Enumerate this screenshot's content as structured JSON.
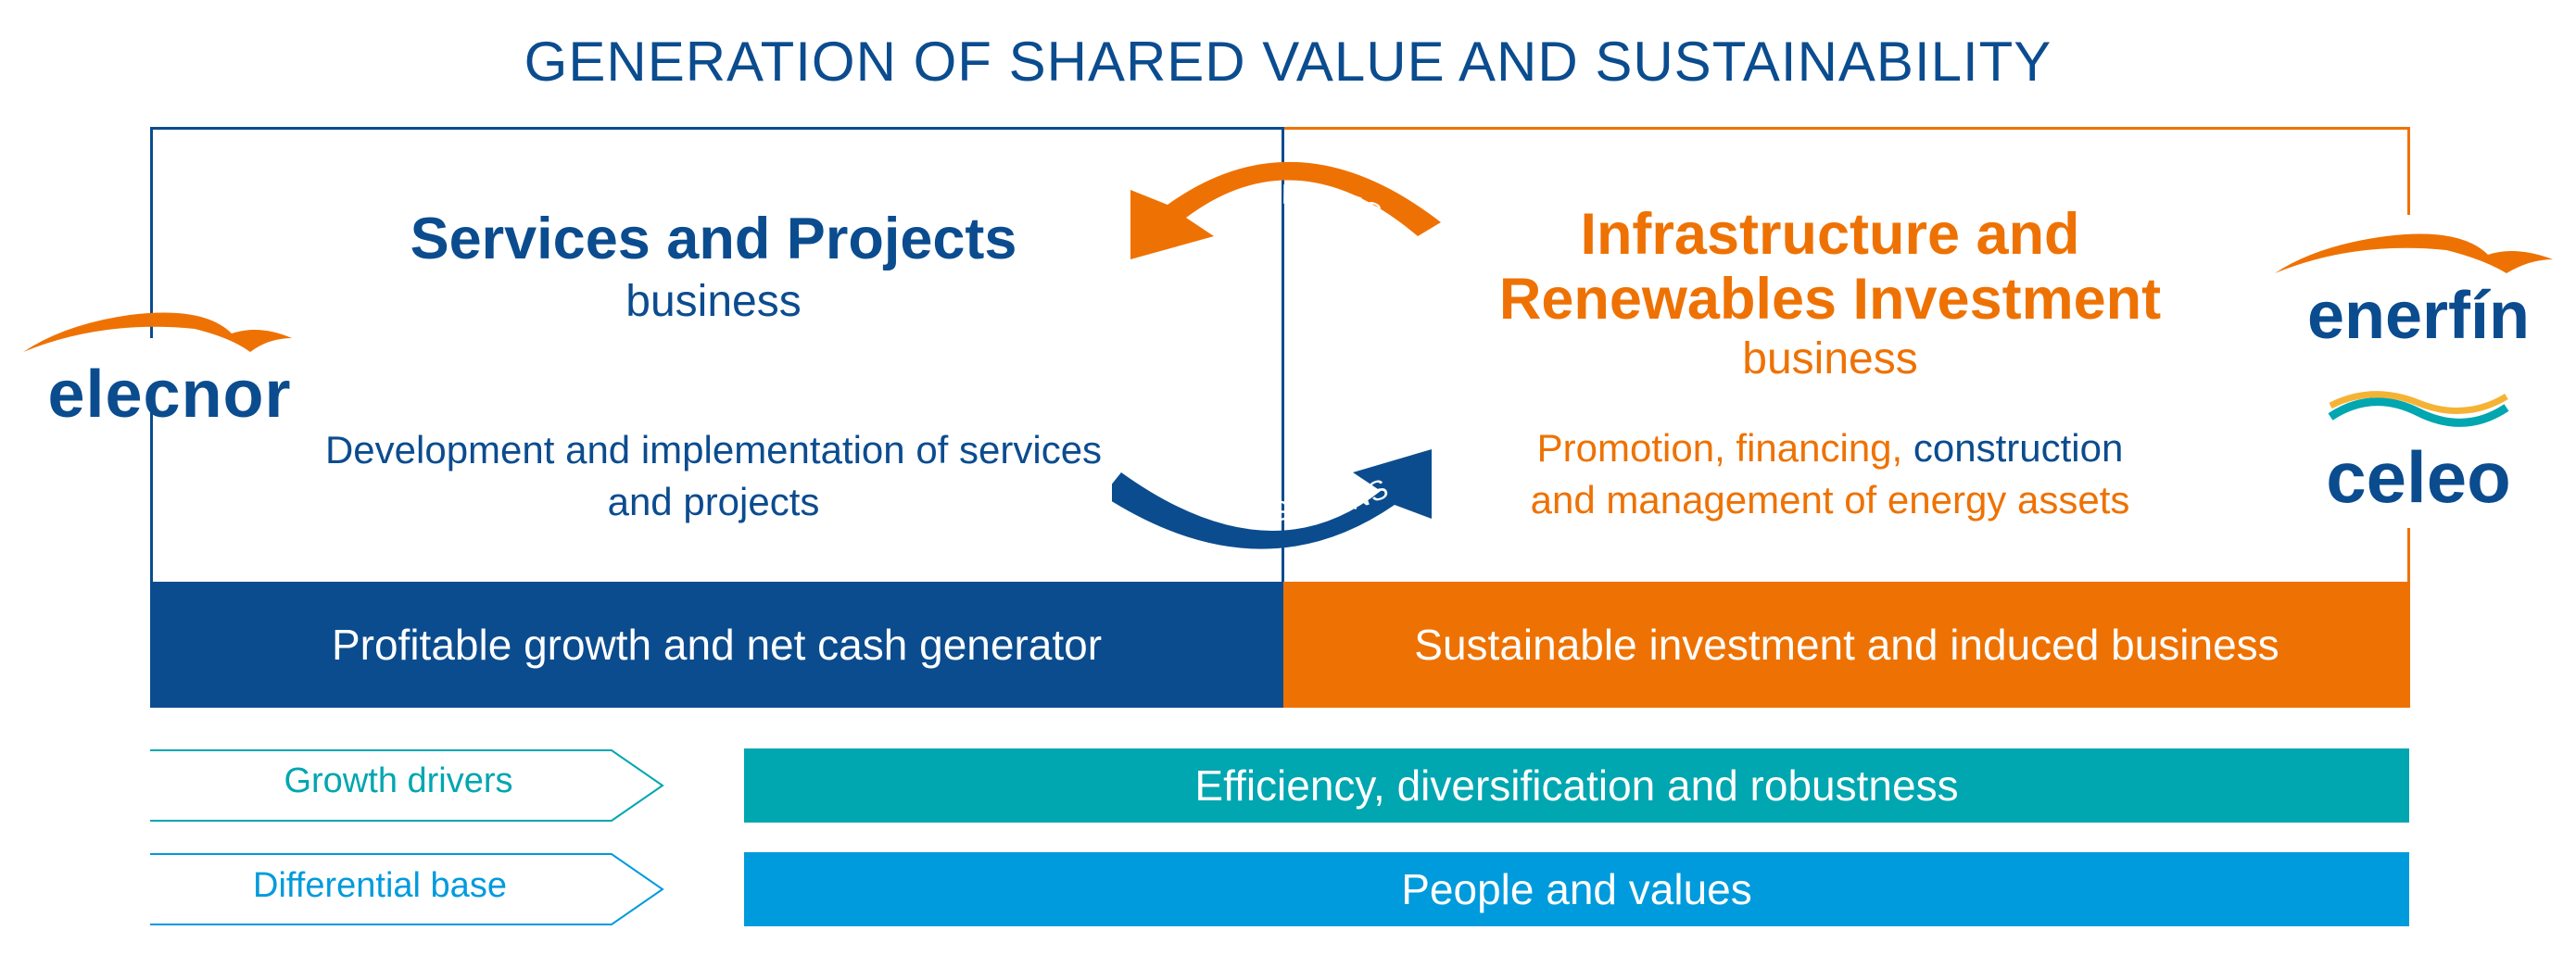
{
  "title": "GENERATION OF SHARED VALUE AND SUSTAINABILITY",
  "colors": {
    "navy": "#0b4c8f",
    "orange": "#ee7203",
    "teal": "#00a6b0",
    "blue": "#009bdc"
  },
  "left_business": {
    "heading": "Services and Projects",
    "sub": "business",
    "description": "Development and implementation of services and projects"
  },
  "right_business": {
    "heading": "Infrastructure and Renewables Investment",
    "sub": "business",
    "description_part1": "Promotion, financing,",
    "description_part2": "construction",
    "description_part3": "and management of energy assets"
  },
  "cycle": {
    "top_arrow_label": "GENERATES",
    "bottom_arrow_label": "STRENGTHENS"
  },
  "bars": {
    "left": "Profitable growth and net cash generator",
    "right": "Sustainable investment and induced business",
    "efficiency": "Efficiency, diversification and robustness",
    "people": "People and values"
  },
  "side_labels": {
    "growth": "Growth drivers",
    "differential": "Differential base"
  },
  "logos": {
    "left": "elecnor",
    "right_top": "enerfín",
    "right_bottom": "celeo"
  }
}
